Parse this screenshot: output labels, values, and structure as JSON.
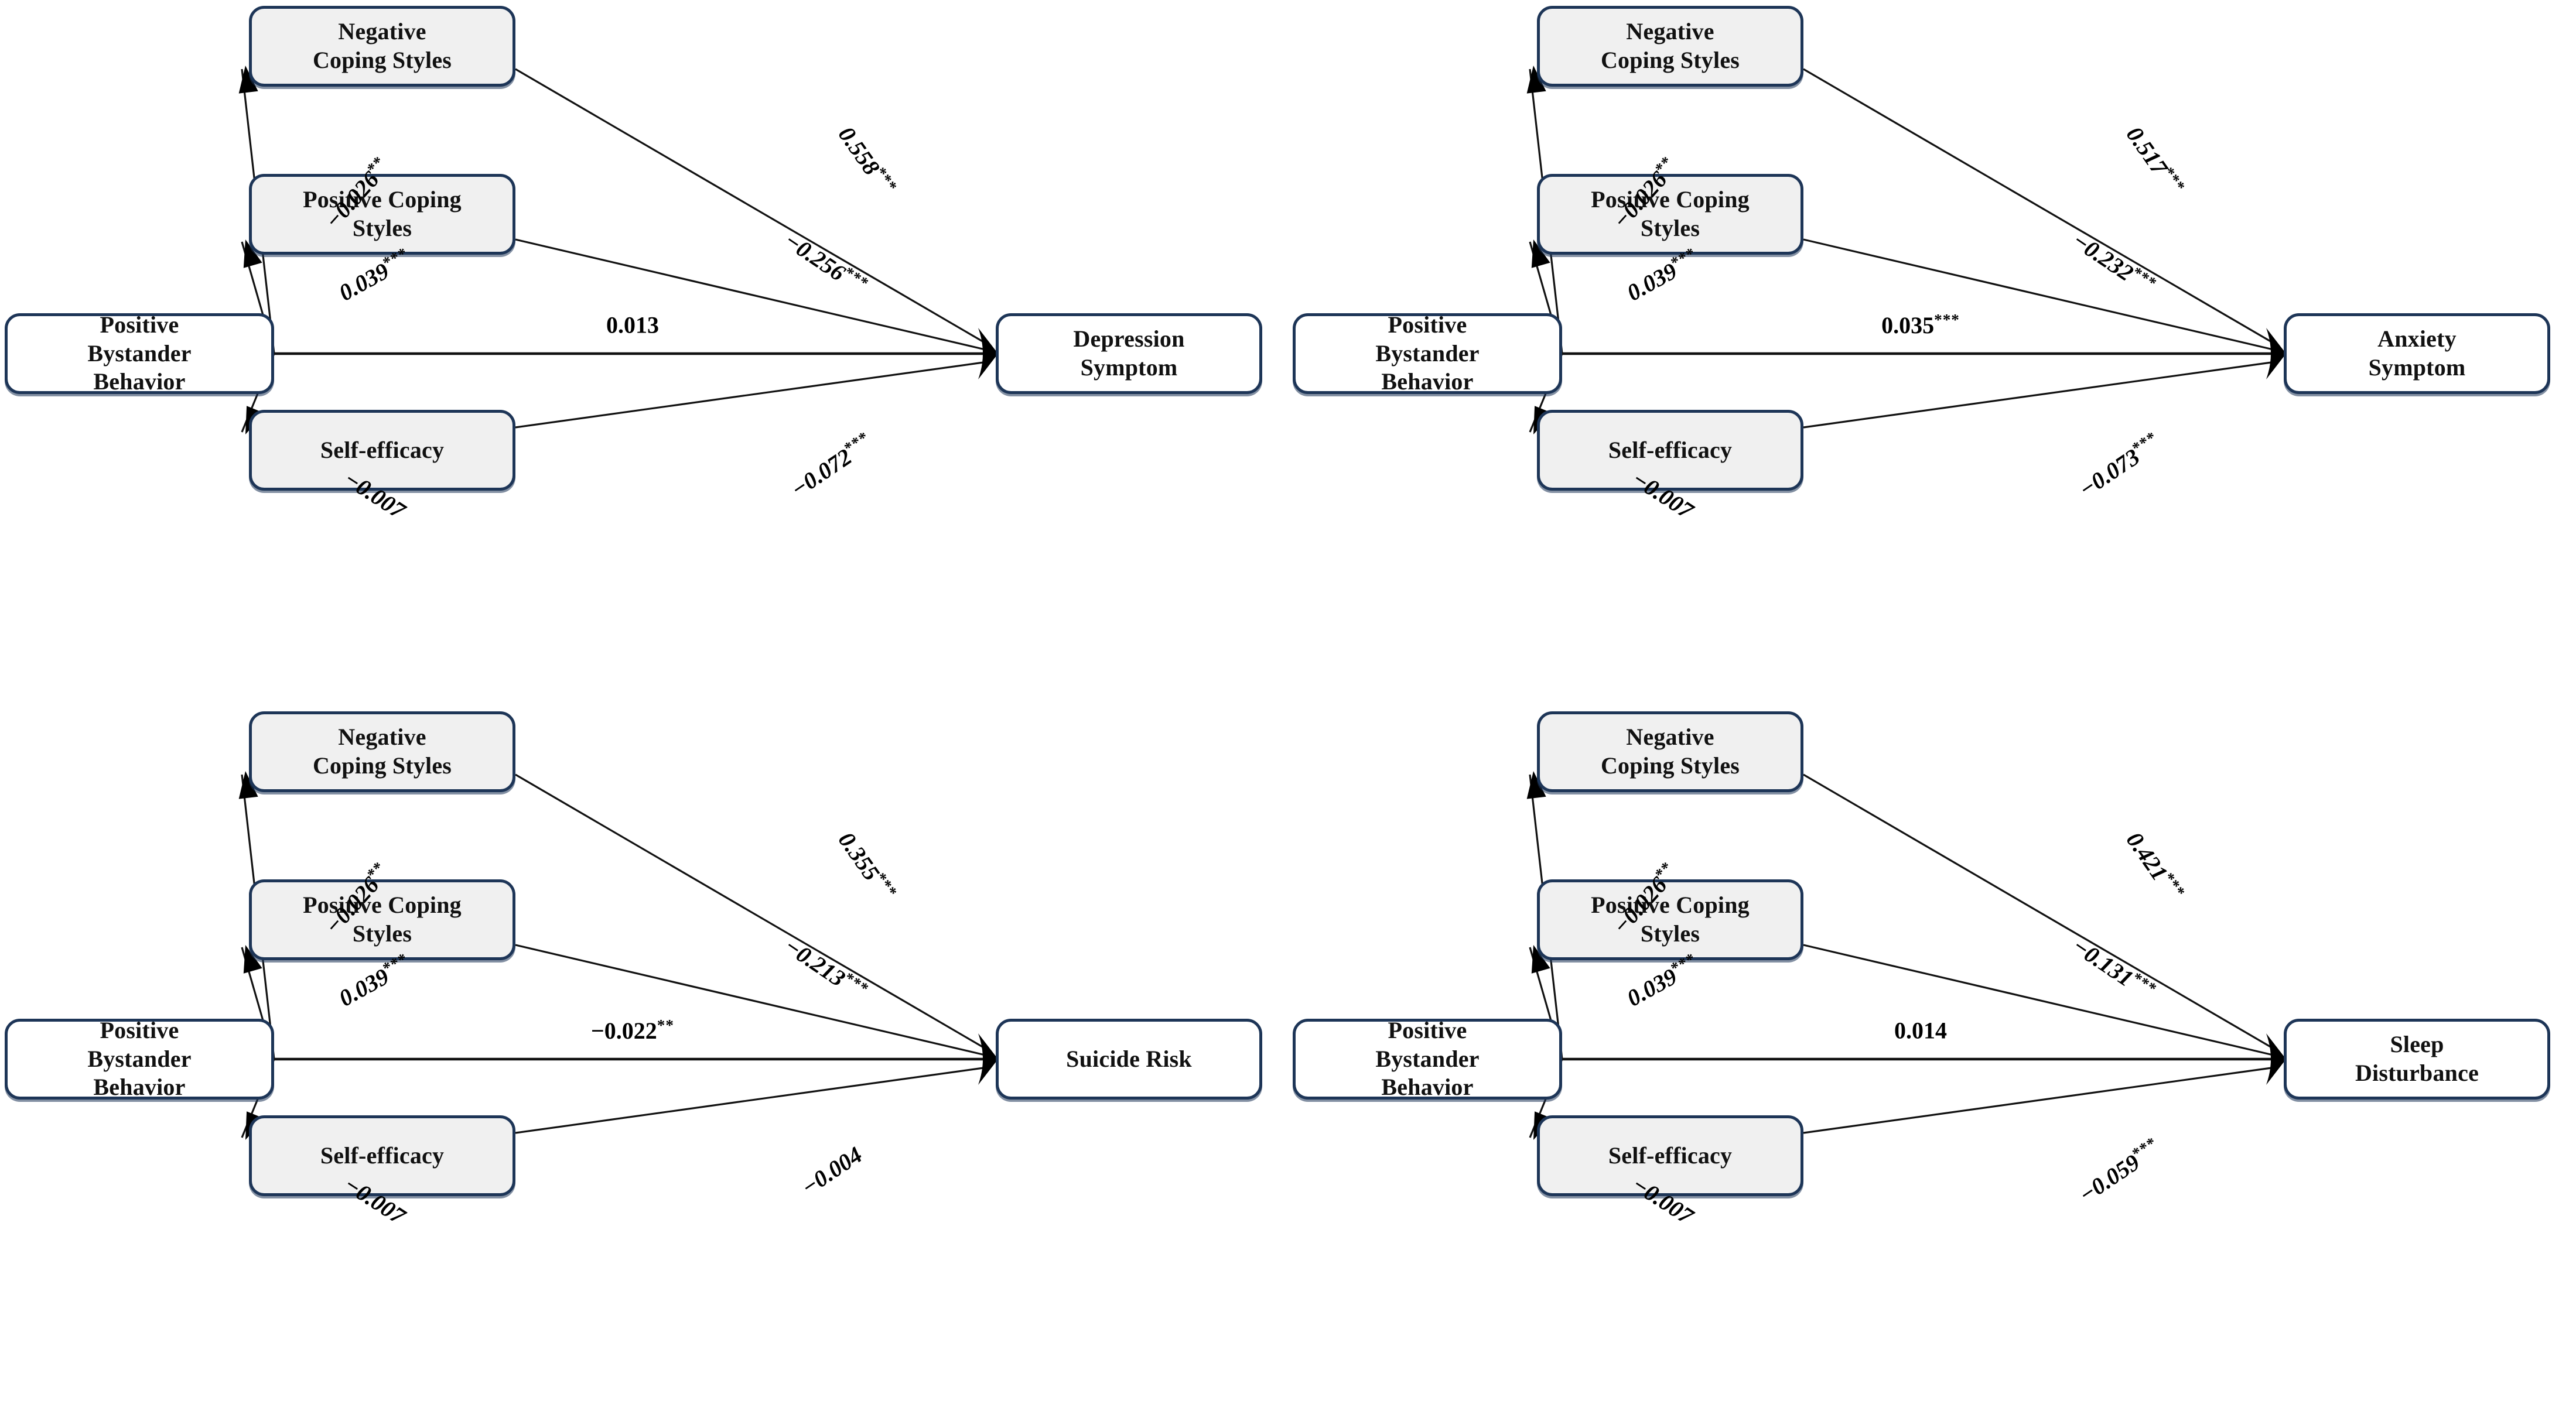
{
  "figure": {
    "type": "path-analysis-mediation-diagram",
    "panel_count": 4,
    "node_colors": {
      "border": "#1d3557",
      "mediator_fill": "#f0f0f0",
      "exogenous_fill": "#ffffff",
      "outcome_fill": "#ffffff",
      "edge": "#111111"
    },
    "significance_legend": {
      "two_star": "**",
      "three_star": "***"
    }
  },
  "nodes": {
    "predictor": "Positive Bystander Behavior",
    "predictor_lines": [
      "Positive",
      "Bystander",
      "Behavior"
    ],
    "mediator_negative": "Negative Coping Styles",
    "mediator_negative_lines": [
      "Negative",
      "Coping Styles"
    ],
    "mediator_positive": "Positive Coping Styles",
    "mediator_positive_lines": [
      "Positive Coping",
      "Styles"
    ],
    "mediator_selfefficacy": "Self-efficacy",
    "mediator_selfefficacy_lines": [
      "Self-efficacy"
    ]
  },
  "panels": [
    {
      "id": "depression",
      "outcome": "Depression Symptom",
      "outcome_lines": [
        "Depression",
        "Symptom"
      ],
      "paths": {
        "x_to_negative": {
          "value": "−0.026",
          "stars": "**",
          "label": "−0.026**"
        },
        "x_to_positive": {
          "value": "0.039",
          "stars": "***",
          "label": "0.039***"
        },
        "x_to_selfefficacy": {
          "value": "−0.007",
          "stars": "",
          "label": "−0.007"
        },
        "negative_to_y": {
          "value": "0.558",
          "stars": "***",
          "label": "0.558***"
        },
        "positive_to_y": {
          "value": "−0.256",
          "stars": "***",
          "label": "−0.256***"
        },
        "selfefficacy_to_y": {
          "value": "−0.072",
          "stars": "***",
          "label": "−0.072***"
        },
        "direct_x_to_y": {
          "value": "0.013",
          "stars": "",
          "label": "0.013"
        }
      }
    },
    {
      "id": "anxiety",
      "outcome": "Anxiety Symptom",
      "outcome_lines": [
        "Anxiety",
        "Symptom"
      ],
      "paths": {
        "x_to_negative": {
          "value": "−0.026",
          "stars": "**",
          "label": "−0.026**"
        },
        "x_to_positive": {
          "value": "0.039",
          "stars": "***",
          "label": "0.039***"
        },
        "x_to_selfefficacy": {
          "value": "−0.007",
          "stars": "",
          "label": "−0.007"
        },
        "negative_to_y": {
          "value": "0.517",
          "stars": "***",
          "label": "0.517***"
        },
        "positive_to_y": {
          "value": "−0.232",
          "stars": "***",
          "label": "−0.232***"
        },
        "selfefficacy_to_y": {
          "value": "−0.073",
          "stars": "***",
          "label": "−0.073***"
        },
        "direct_x_to_y": {
          "value": "0.035",
          "stars": "***",
          "label": "0.035***"
        }
      }
    },
    {
      "id": "suicide",
      "outcome": "Suicide Risk",
      "outcome_lines": [
        "Suicide Risk"
      ],
      "paths": {
        "x_to_negative": {
          "value": "−0.026",
          "stars": "**",
          "label": "−0.026**"
        },
        "x_to_positive": {
          "value": "0.039",
          "stars": "***",
          "label": "0.039***"
        },
        "x_to_selfefficacy": {
          "value": "−0.007",
          "stars": "",
          "label": "−0.007"
        },
        "negative_to_y": {
          "value": "0.355",
          "stars": "***",
          "label": "0.355***"
        },
        "positive_to_y": {
          "value": "−0.213",
          "stars": "***",
          "label": "−0.213***"
        },
        "selfefficacy_to_y": {
          "value": "−0.004",
          "stars": "",
          "label": "−0.004"
        },
        "direct_x_to_y": {
          "value": "−0.022",
          "stars": "**",
          "label": "−0.022**"
        }
      }
    },
    {
      "id": "sleep",
      "outcome": "Sleep Disturbance",
      "outcome_lines": [
        "Sleep",
        "Disturbance"
      ],
      "paths": {
        "x_to_negative": {
          "value": "−0.026",
          "stars": "**",
          "label": "−0.026**"
        },
        "x_to_positive": {
          "value": "0.039",
          "stars": "***",
          "label": "0.039***"
        },
        "x_to_selfefficacy": {
          "value": "−0.007",
          "stars": "",
          "label": "−0.007"
        },
        "negative_to_y": {
          "value": "0.421",
          "stars": "***",
          "label": "0.421***"
        },
        "positive_to_y": {
          "value": "−0.131",
          "stars": "***",
          "label": "−0.131***"
        },
        "selfefficacy_to_y": {
          "value": "−0.059",
          "stars": "***",
          "label": "−0.059***"
        },
        "direct_x_to_y": {
          "value": "0.014",
          "stars": "",
          "label": "0.014"
        }
      }
    }
  ]
}
